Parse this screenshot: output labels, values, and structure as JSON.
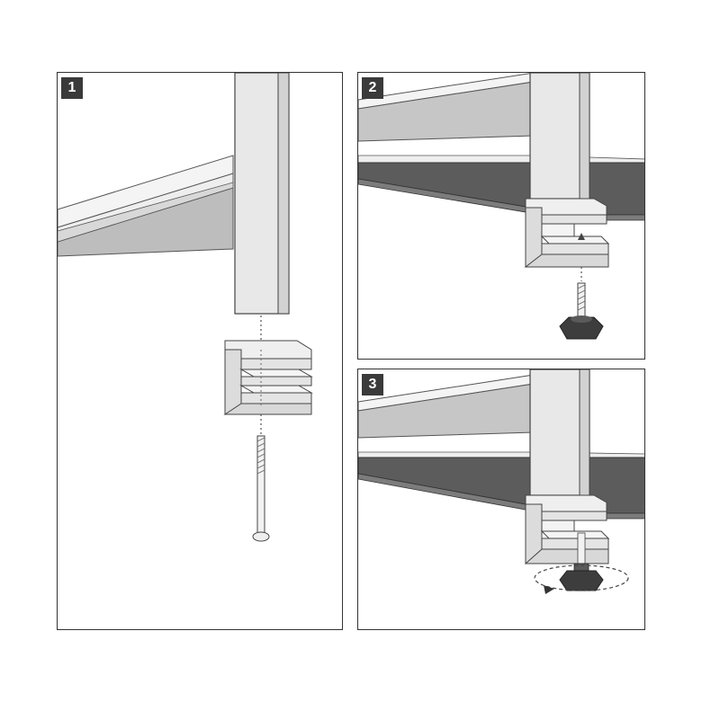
{
  "steps": [
    {
      "number": "1"
    },
    {
      "number": "2"
    },
    {
      "number": "3"
    }
  ],
  "colors": {
    "border": "#333333",
    "badge": "#3a3a3a",
    "metal": "#e6e6e6",
    "metal_side": "#d0d0d0",
    "desk_top": "#dcdcdc",
    "desk_edge": "#8f8f8f",
    "desk_dark": "#5a5a5a",
    "knob": "#3d3d3d"
  }
}
